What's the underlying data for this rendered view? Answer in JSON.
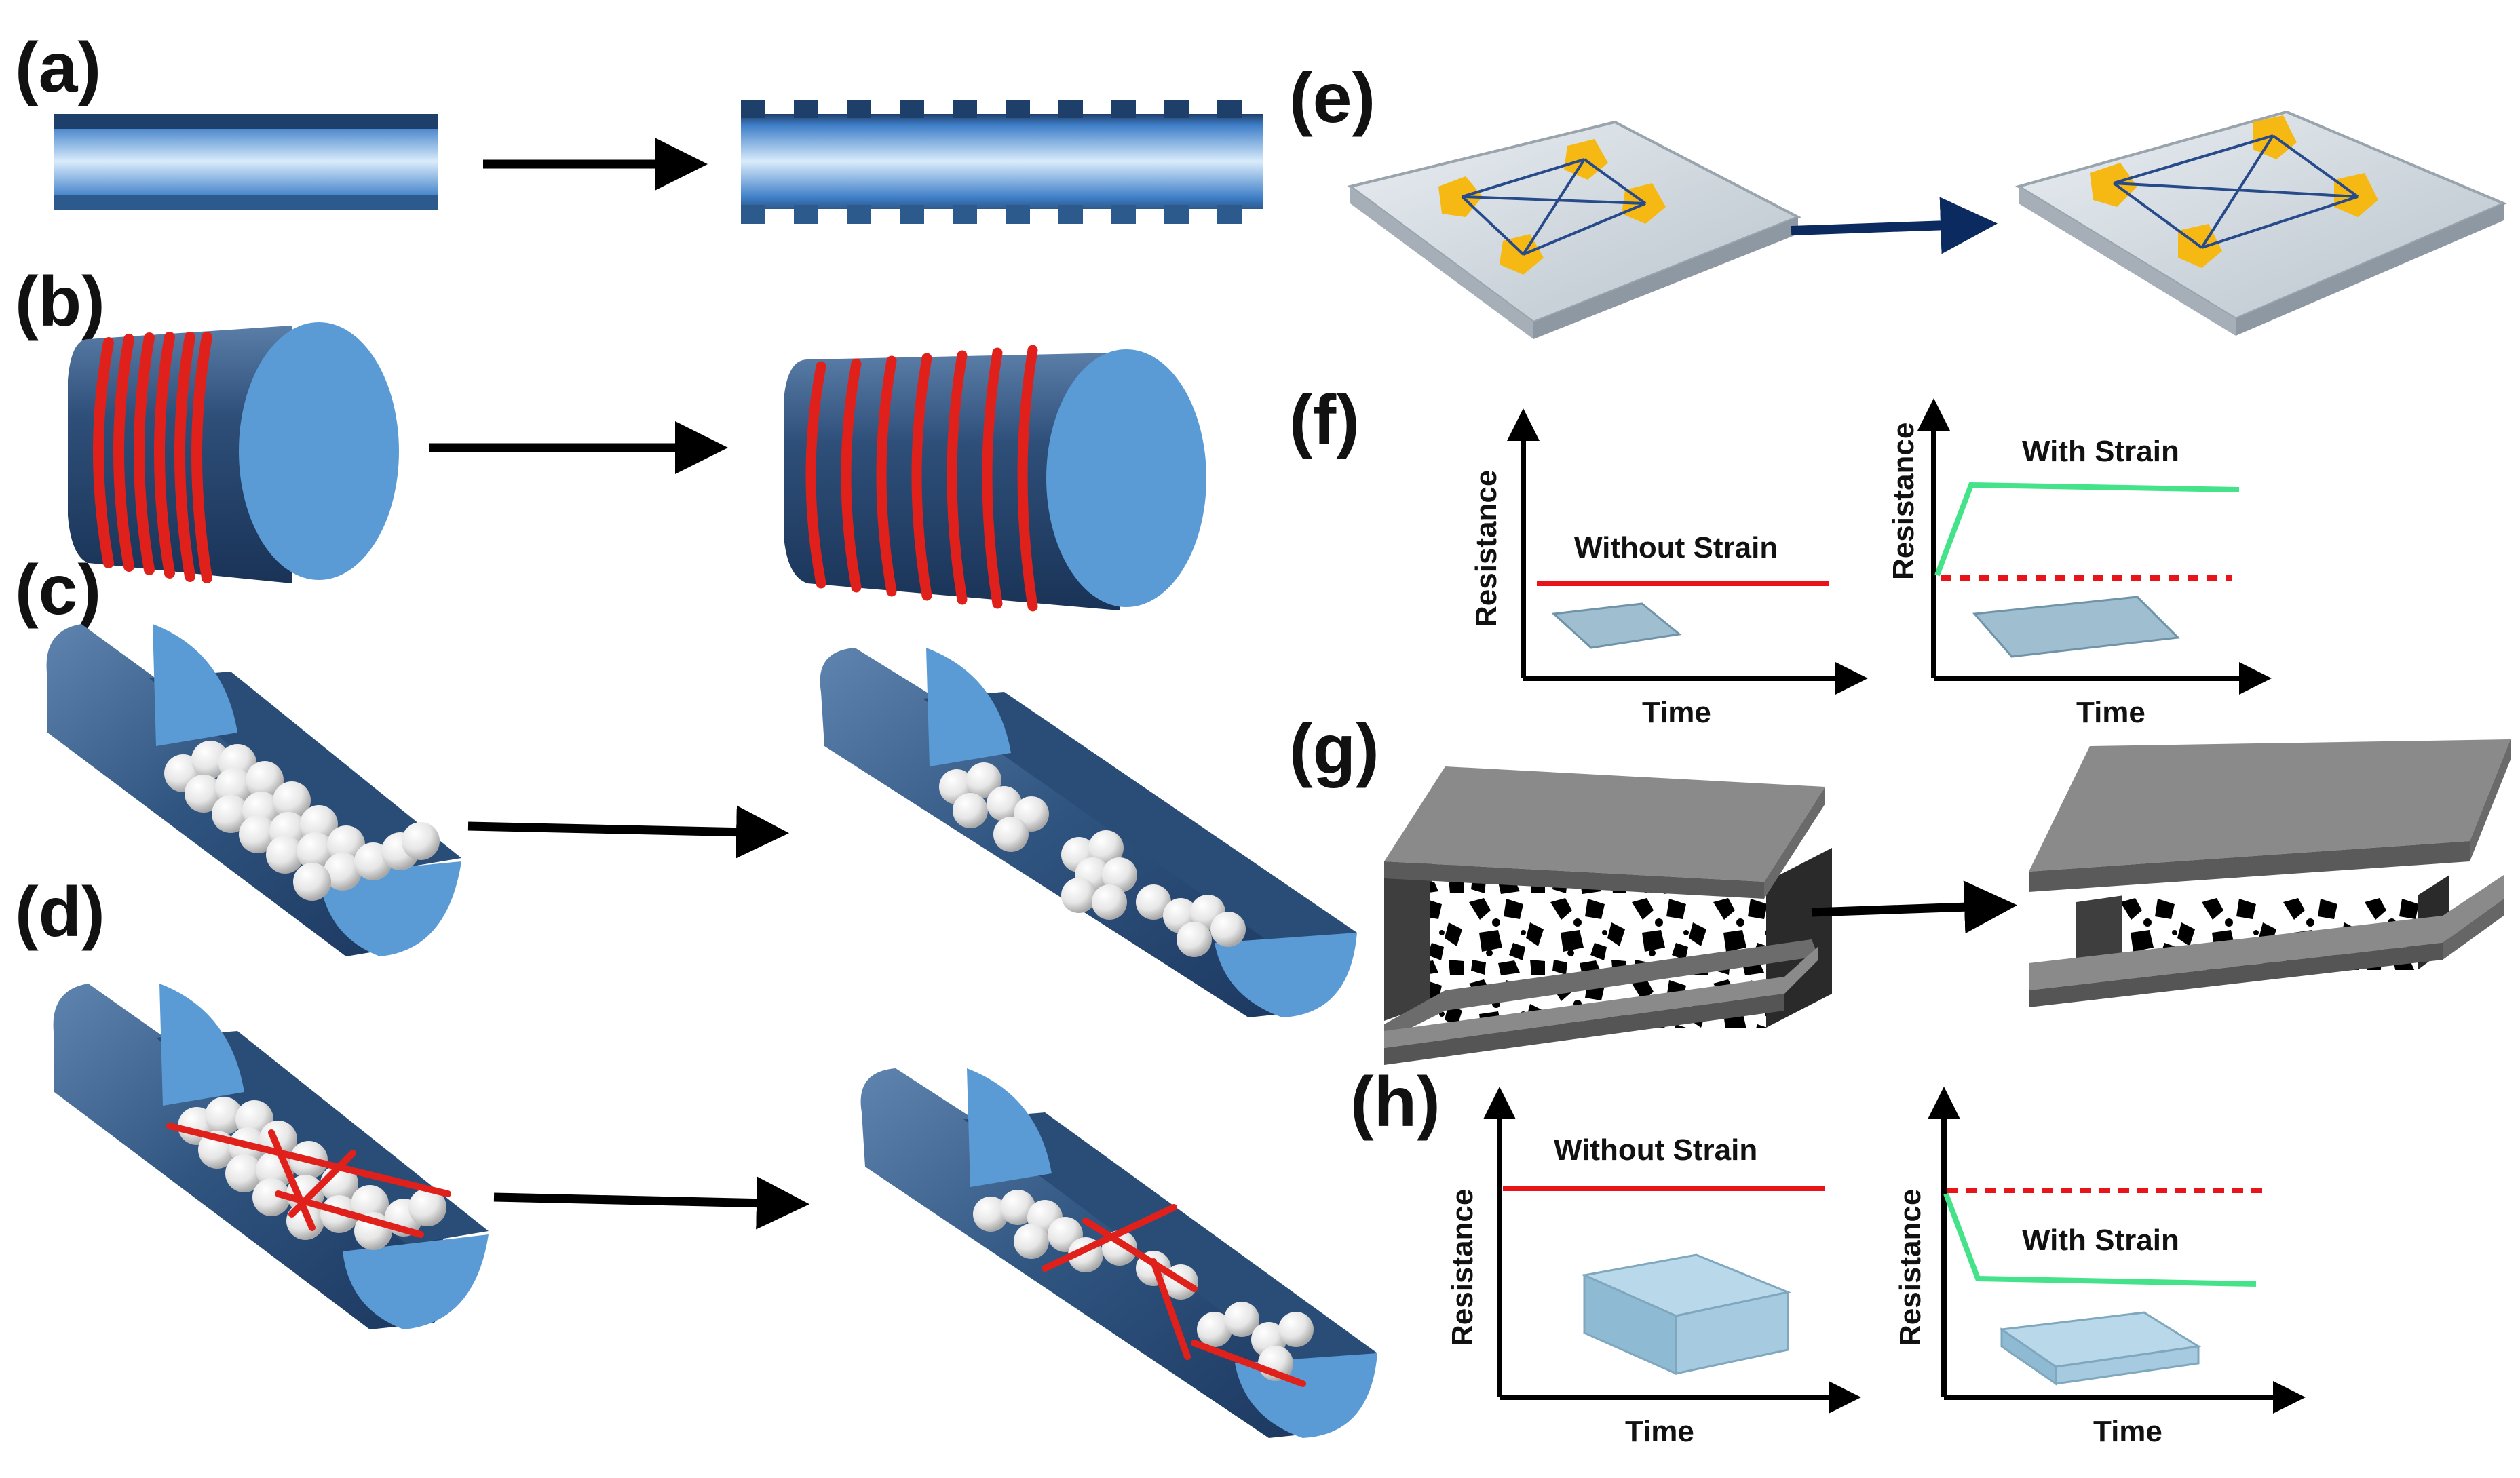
{
  "panels": {
    "a": {
      "label": "(a)"
    },
    "b": {
      "label": "(b)"
    },
    "c": {
      "label": "(c)"
    },
    "d": {
      "label": "(d)"
    },
    "e": {
      "label": "(e)"
    },
    "f": {
      "label": "(f)",
      "left": {
        "ylabel": "Resistance",
        "xlabel": "Time",
        "caption": "Without Strain"
      },
      "right": {
        "ylabel": "Resistance",
        "xlabel": "Time",
        "caption": "With Strain"
      }
    },
    "g": {
      "label": "(g)"
    },
    "h": {
      "label": "(h)",
      "left": {
        "ylabel": "Resistance",
        "xlabel": "Time",
        "caption": "Without Strain"
      },
      "right": {
        "ylabel": "Resistance",
        "xlabel": "Time",
        "caption": "With Strain"
      }
    }
  },
  "colors": {
    "tube_dark": "#1f3f6b",
    "tube_light": "#5b9bd5",
    "coil_red": "#e0211b",
    "pad_yellow": "#f6b812",
    "plate_gray": "#8a8a8a",
    "curve_red": "#e8141a",
    "curve_green": "#44e38a",
    "arrow_navy": "#0b2a60"
  }
}
